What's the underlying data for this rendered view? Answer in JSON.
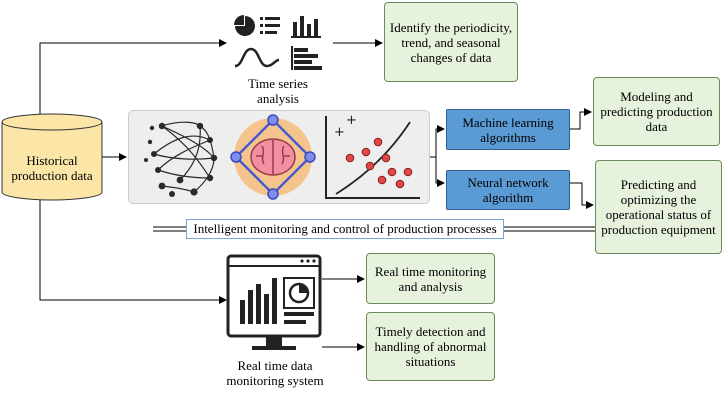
{
  "source": {
    "label": "Historical production data"
  },
  "time_series": {
    "label": "Time series analysis",
    "result": "Identify the periodicity, trend, and seasonal changes of data"
  },
  "machine_learning": {
    "label": "Machine learning algorithms",
    "result": "Modeling and predicting production data"
  },
  "neural_network": {
    "label": "Neural network algorithm",
    "result": "Predicting and optimizing the operational status of production equipment"
  },
  "banner": {
    "label": "Intelligent monitoring and control of production processes"
  },
  "monitoring": {
    "label": "Real time data monitoring system",
    "result_1": "Real time monitoring and analysis",
    "result_2": "Timely detection and handling of abnormal situations"
  },
  "icons": [
    "database-icon",
    "pie-chart-icon",
    "bar-chart-icon",
    "wave-chart-icon",
    "horizontal-bar-chart-icon",
    "network-graph-icon",
    "brain-network-icon",
    "scatter-plot-icon",
    "monitor-dashboard-icon"
  ],
  "colors": {
    "green_box": "#e6f2dc",
    "blue_box": "#5b9bd5",
    "database": "#fbe6a8",
    "brain_circle": "#f5c48c",
    "brain": "#f28fa0",
    "node": "#7f8ee8",
    "scatter_dot": "#e04848"
  }
}
